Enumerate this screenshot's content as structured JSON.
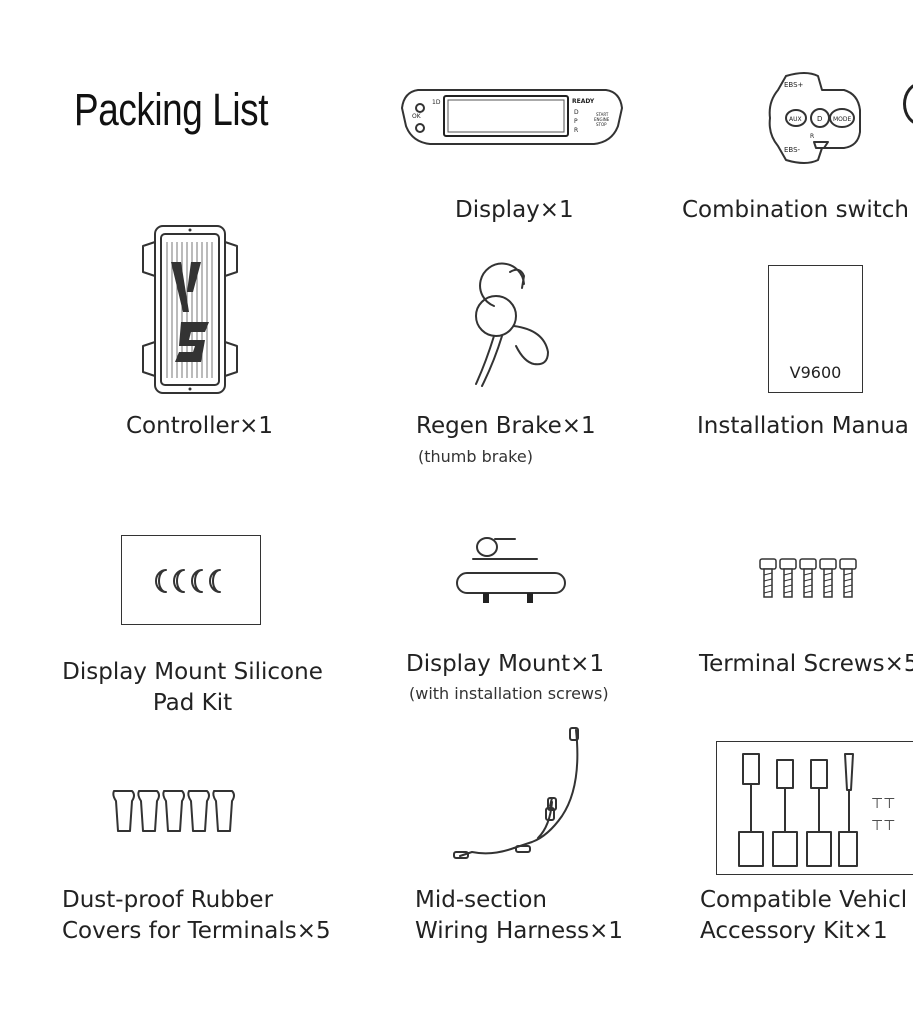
{
  "title": "Packing List",
  "items": [
    {
      "label": "Display×1",
      "note": "",
      "icon": "display-icon"
    },
    {
      "label": "Combination switch",
      "note": "",
      "icon": "combination-switch-icon"
    },
    {
      "label": "Controller×1",
      "note": "",
      "icon": "controller-icon"
    },
    {
      "label": "Regen Brake×1",
      "note": "(thumb brake)",
      "icon": "regen-brake-icon"
    },
    {
      "label": "Installation Manua",
      "note": "",
      "icon": "manual-icon"
    },
    {
      "label": "Display Mount Silicone",
      "label2": "Pad Kit",
      "icon": "silicone-pad-kit-icon"
    },
    {
      "label": "Display Mount×1",
      "note": "(with installation screws)",
      "icon": "display-mount-icon"
    },
    {
      "label": "Terminal Screws×5",
      "note": "",
      "icon": "terminal-screws-icon"
    },
    {
      "label": "Dust-proof Rubber",
      "label2": "Covers for Terminals×5",
      "icon": "rubber-covers-icon"
    },
    {
      "label": "Mid-section",
      "label2": "Wiring Harness×1",
      "icon": "wiring-harness-icon"
    },
    {
      "label": "Compatible Vehicl",
      "label2": "Accessory Kit×1",
      "icon": "accessory-kit-icon"
    }
  ],
  "display_face": {
    "left1": "1D",
    "left2": "OK",
    "right1": "READY",
    "right2": "D",
    "right3": "P",
    "right4": "R",
    "right5": "START",
    "right6": "ENGINE",
    "right7": "STOP"
  },
  "switch_face": {
    "top": "EBS+",
    "bottom": "EBS-",
    "aux": "AUX",
    "mode": "MODE",
    "center": "D",
    "r": "R"
  },
  "manual_text": "V9600"
}
